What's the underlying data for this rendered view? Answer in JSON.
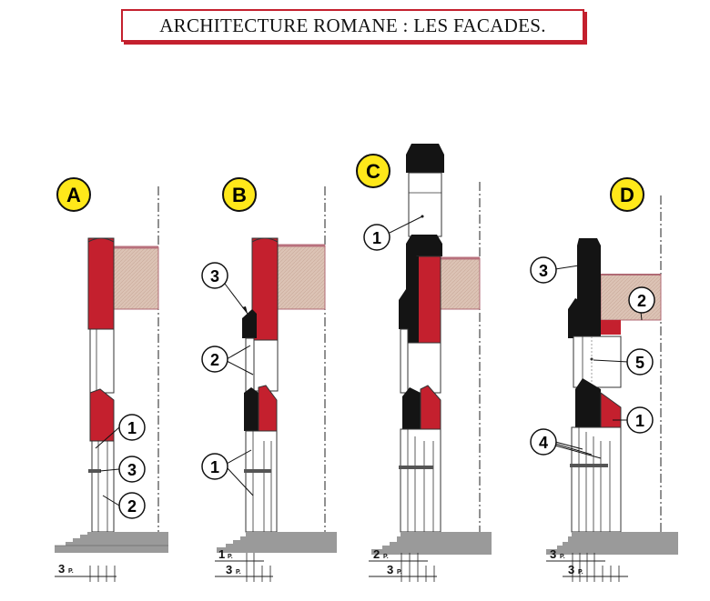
{
  "title": "ARCHITECTURE ROMANE : LES FACADES.",
  "colors": {
    "red": "#c4202e",
    "black": "#141414",
    "beam": "#dcc3b5",
    "roof": "#b8707c",
    "yellow": "#ffe81a",
    "ground": "#8f8f8f"
  },
  "sections": [
    {
      "id": "A",
      "letter": "A",
      "numbers": [
        "1",
        "3",
        "2"
      ],
      "scale": [
        {
          "n": "3",
          "p": "P."
        }
      ]
    },
    {
      "id": "B",
      "letter": "B",
      "numbers": [
        "3",
        "2",
        "1"
      ],
      "scale": [
        {
          "n": "1",
          "p": "P."
        },
        {
          "n": "3",
          "p": "P."
        }
      ]
    },
    {
      "id": "C",
      "letter": "C",
      "numbers": [
        "1"
      ],
      "scale": [
        {
          "n": "2",
          "p": "P."
        },
        {
          "n": "3",
          "p": "P."
        }
      ]
    },
    {
      "id": "D",
      "letter": "D",
      "numbers": [
        "3",
        "2",
        "5",
        "1",
        "4"
      ],
      "scale": [
        {
          "n": "3",
          "p": "P."
        },
        {
          "n": "3",
          "p": "P."
        }
      ]
    }
  ]
}
